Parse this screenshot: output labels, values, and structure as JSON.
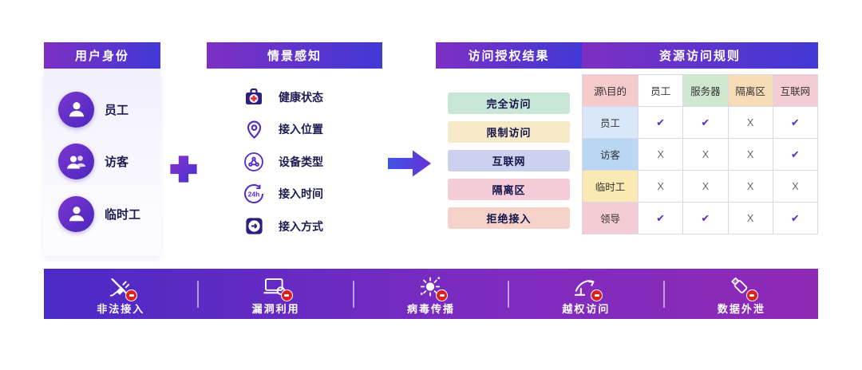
{
  "panels": {
    "identity": {
      "title": "用户身份",
      "items": [
        {
          "label": "员工"
        },
        {
          "label": "访客"
        },
        {
          "label": "临时工"
        }
      ]
    },
    "context": {
      "title": "情景感知",
      "items": [
        {
          "label": "健康状态"
        },
        {
          "label": "接入位置"
        },
        {
          "label": "设备类型"
        },
        {
          "label": "接入时间"
        },
        {
          "label": "接入方式"
        }
      ]
    },
    "authorization": {
      "title": "访问授权结果",
      "results": [
        {
          "label": "完全访问",
          "bg": "#c9e7d6"
        },
        {
          "label": "限制访问",
          "bg": "#f6e9c8"
        },
        {
          "label": "互联网",
          "bg": "#ccd2ed"
        },
        {
          "label": "隔离区",
          "bg": "#f4cdd8"
        },
        {
          "label": "拒绝接入",
          "bg": "#f5d3ca"
        }
      ]
    },
    "rules": {
      "title": "资源访问规则",
      "corner_label": "源\\目的",
      "corner_bg": "#f4caca",
      "columns": [
        {
          "label": "员工",
          "bg": "#ffffff"
        },
        {
          "label": "服务器",
          "bg": "#cfe9d1"
        },
        {
          "label": "隔离区",
          "bg": "#f7dcb8"
        },
        {
          "label": "互联网",
          "bg": "#f4ccd4"
        }
      ],
      "rows": [
        {
          "label": "员工",
          "bg": "#d9e8f8",
          "cells": [
            "✔",
            "✔",
            "X",
            "✔"
          ]
        },
        {
          "label": "访客",
          "bg": "#b9d7f2",
          "cells": [
            "X",
            "X",
            "X",
            "✔"
          ]
        },
        {
          "label": "临时工",
          "bg": "#f8eab2",
          "cells": [
            "X",
            "X",
            "X",
            "X"
          ]
        },
        {
          "label": "领导",
          "bg": "#f4ccd4",
          "cells": [
            "✔",
            "✔",
            "X",
            "✔"
          ]
        }
      ]
    }
  },
  "threats": [
    {
      "label": "非法接入"
    },
    {
      "label": "漏洞利用"
    },
    {
      "label": "病毒传播"
    },
    {
      "label": "越权访问"
    },
    {
      "label": "数据外泄"
    }
  ],
  "colors": {
    "header_gradient_start": "#7e2fc3",
    "header_gradient_end": "#4139d6",
    "check": "#5a2ec0",
    "cross": "#666666",
    "prohibition_red": "#e01f1f"
  }
}
